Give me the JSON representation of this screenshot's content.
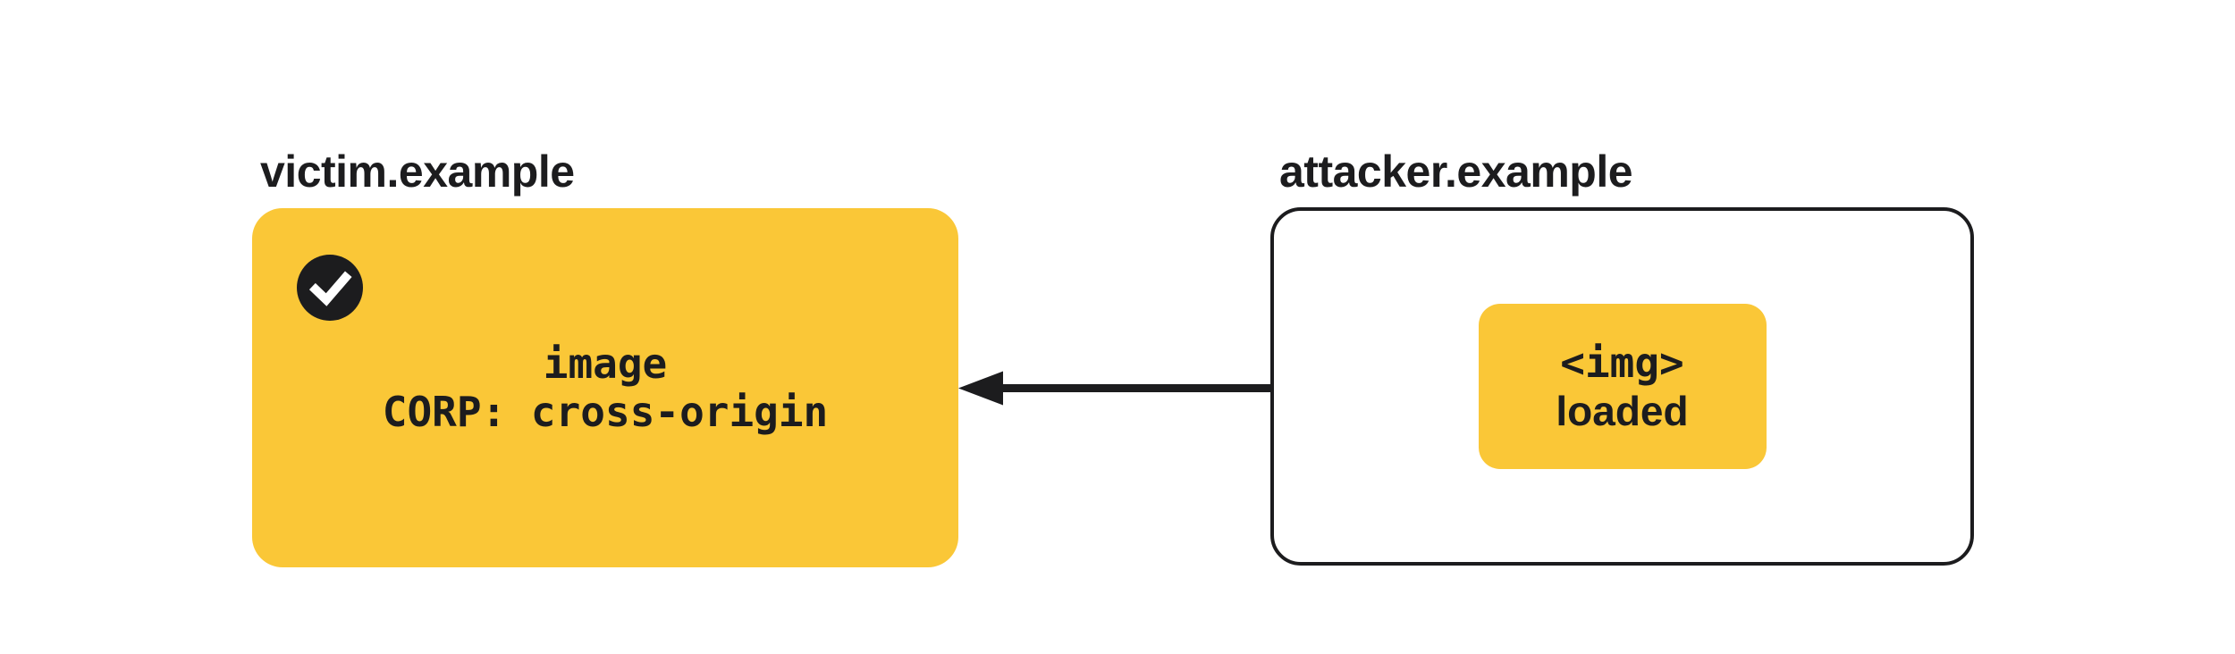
{
  "colors": {
    "surface": "#FFFFFF",
    "highlight": "#FAC737",
    "ink": "#1C1C1E"
  },
  "victim": {
    "label": "victim.example",
    "status_icon": "check-icon",
    "resource_line1": "image",
    "resource_line2": "CORP: cross-origin"
  },
  "attacker": {
    "label": "attacker.example",
    "result_line1": "<img>",
    "result_line2": "loaded"
  }
}
